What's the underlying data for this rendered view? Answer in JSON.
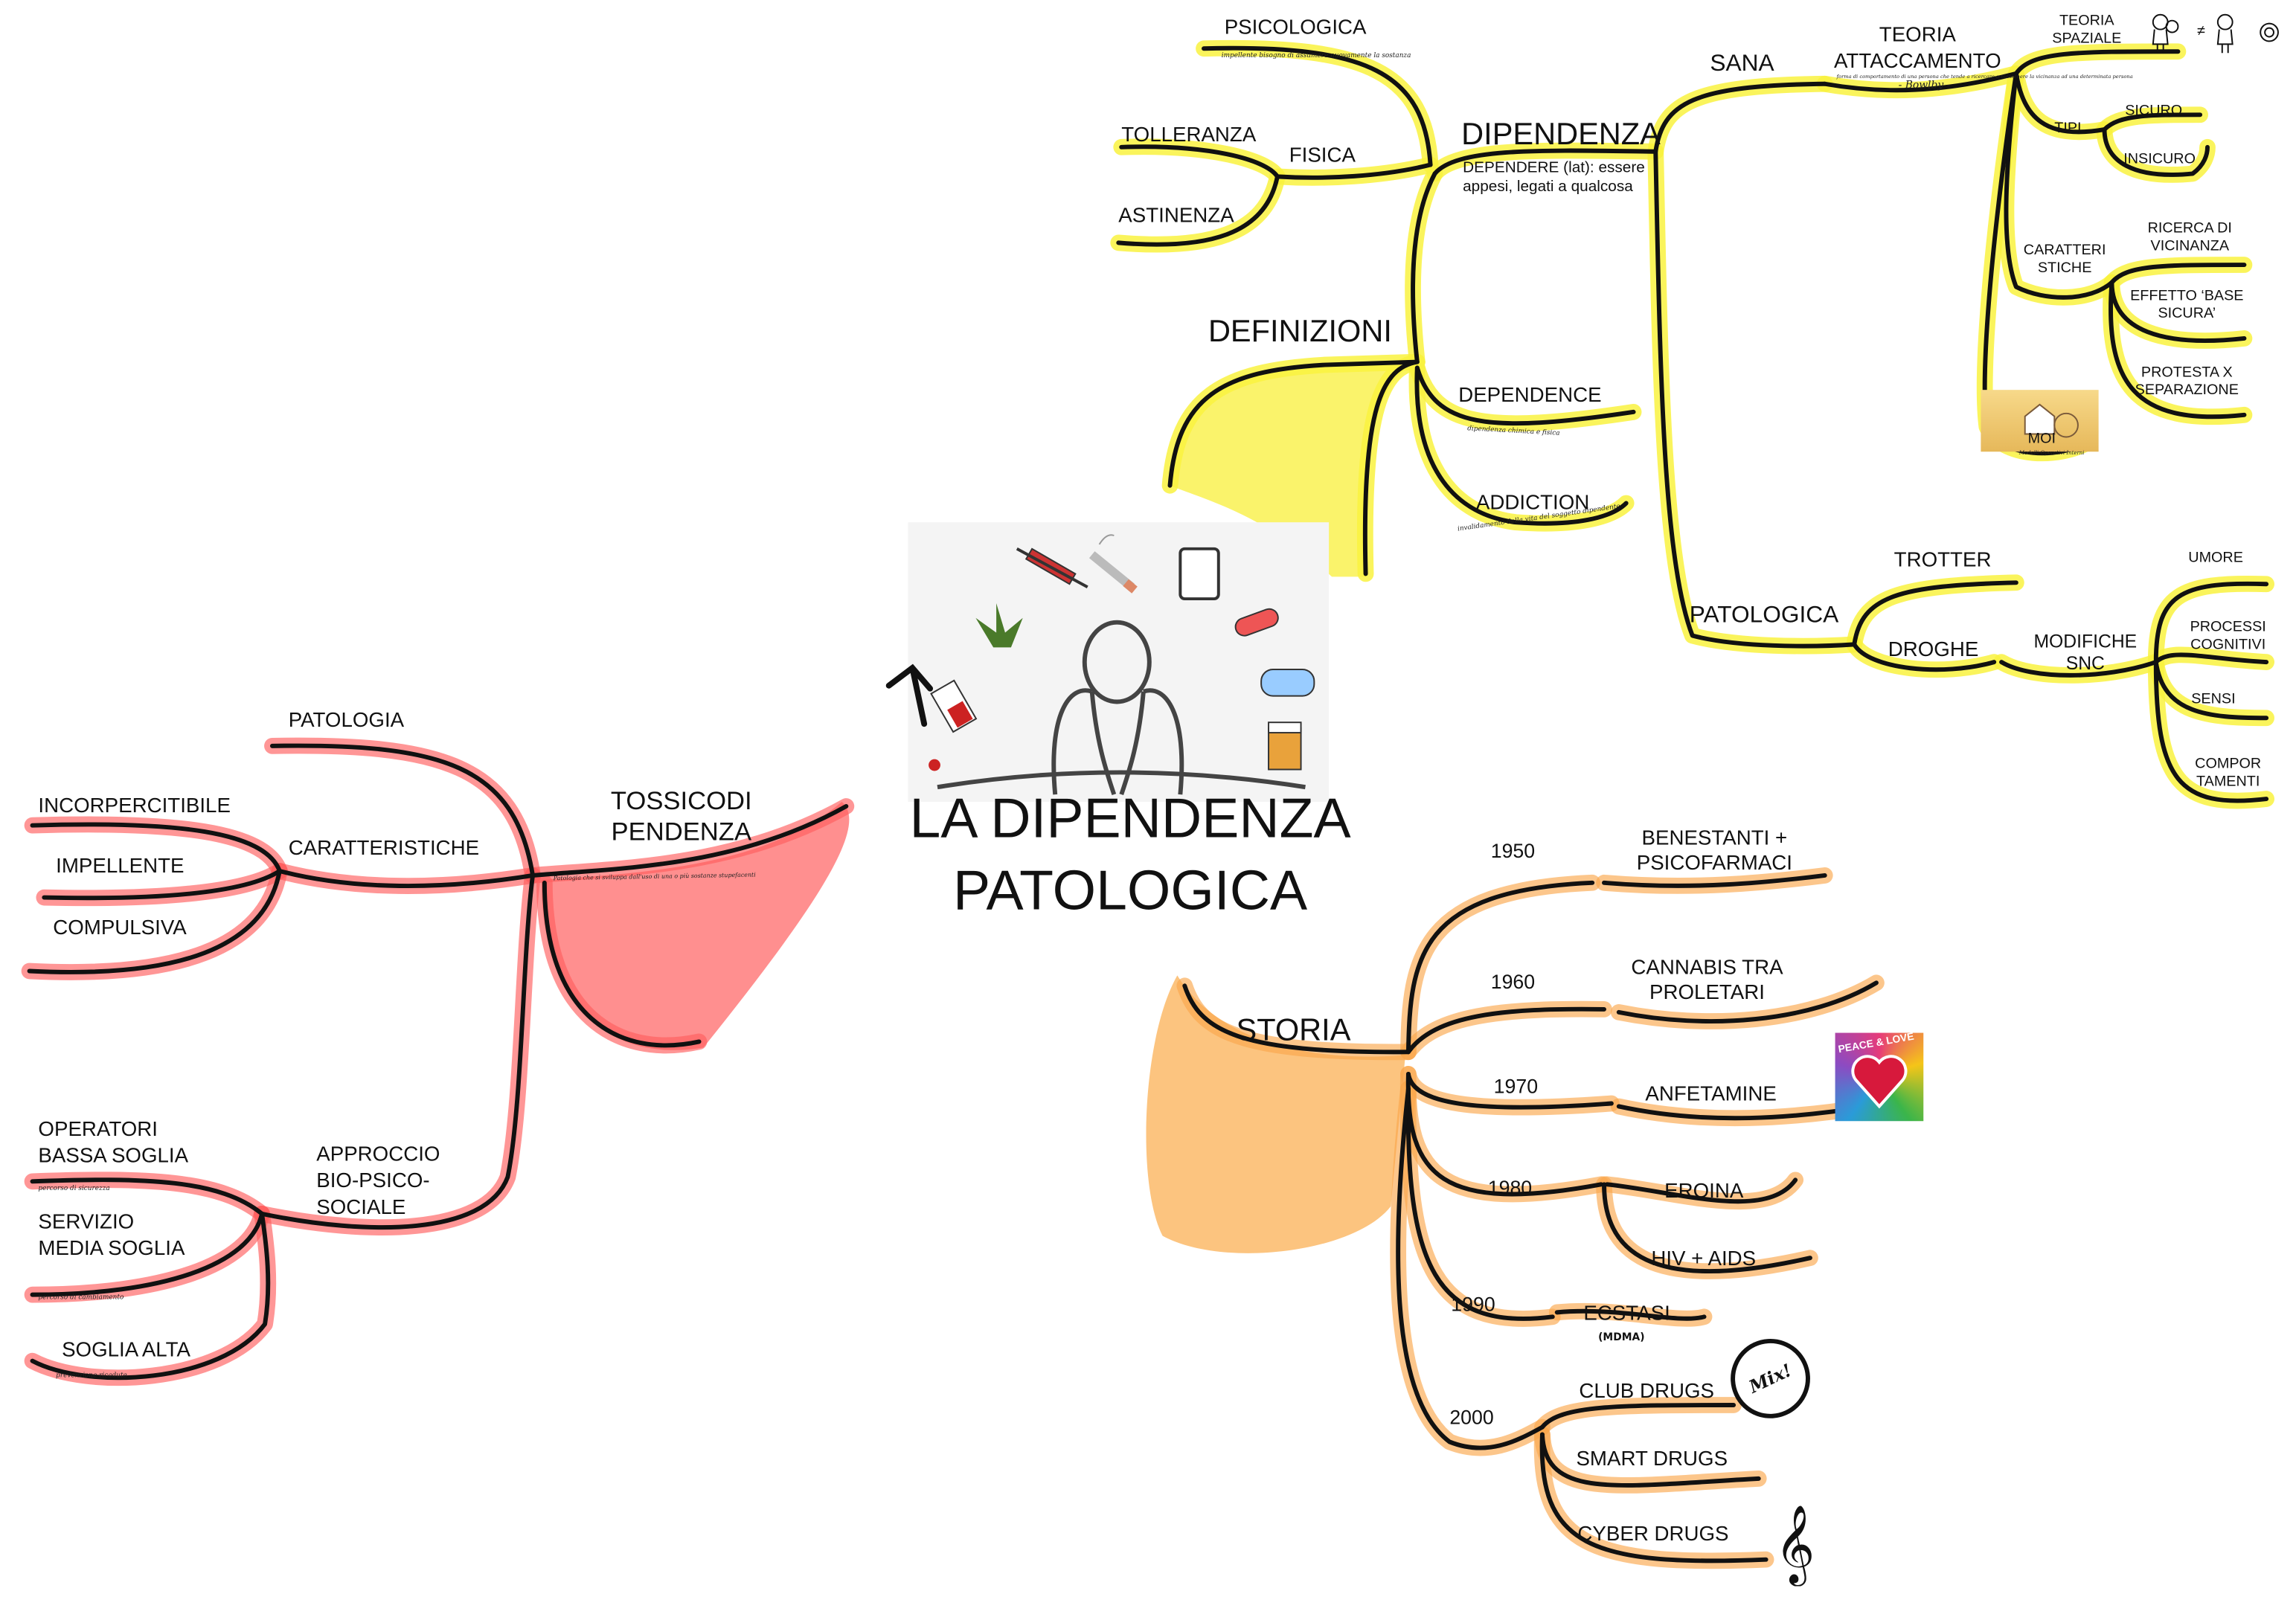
{
  "central": {
    "title_line1": "LA DIPENDENZA",
    "title_line2": "PATOLOGICA"
  },
  "colors": {
    "yellow": "#f9f23f",
    "red": "#ff5d5d",
    "orange": "#fba84d",
    "ink": "#111111"
  },
  "definizioni": {
    "label": "DEFINIZIONI",
    "dipendenza": {
      "label": "DIPENDENZA",
      "subtitle_line1": "DEPENDERE (lat): essere",
      "subtitle_line2": "appesi, legati a qualcosa"
    },
    "psicologica": {
      "label": "PSICOLOGICA",
      "note": "impellente bisogno di assumere nuovamente la sostanza"
    },
    "fisica": {
      "label": "FISICA",
      "tolleranza": "TOLLERANZA",
      "astinenza": "ASTINENZA"
    },
    "dependence": {
      "label": "DEPENDENCE",
      "note": "dipendenza chimica e fisica"
    },
    "addiction": {
      "label": "ADDICTION",
      "note": "invalidamento della vita del soggetto dipendente"
    },
    "sana": {
      "label": "SANA",
      "teoria_attaccamento": {
        "line1": "TEORIA",
        "line2": "ATTACCAMENTO",
        "note": "forma di comportamento di una persona che tende a ricercare o mantenere la vicinanza ad una determinata persona",
        "author": "- Bowlby -"
      },
      "teoria_spaziale": {
        "line1": "TEORIA",
        "line2": "SPAZIALE",
        "symbol": "≠"
      },
      "tipi": {
        "label": "TIPI",
        "sicuro": "SICURO",
        "insicuro": "INSICURO"
      },
      "caratteristiche": {
        "line1": "CARATTERI",
        "line2": "STICHE",
        "items": [
          [
            "RICERCA DI",
            "VICINANZA"
          ],
          [
            "EFFETTO ‘BASE",
            "SICURA’"
          ],
          [
            "PROTESTA X",
            "SEPARAZIONE"
          ]
        ]
      },
      "moi": {
        "label": "MOI",
        "sub": "Modelli Operativi Interni"
      }
    },
    "patologica": {
      "label": "PATOLOGICA",
      "trotter": "TROTTER",
      "droghe": "DROGHE",
      "modifiche": {
        "line1": "MODIFICHE",
        "line2": "SNC",
        "items": [
          [
            "UMORE"
          ],
          [
            "PROCESSI",
            "COGNITIVI"
          ],
          [
            "SENSI"
          ],
          [
            "COMPOR",
            "TAMENTI"
          ]
        ]
      }
    }
  },
  "tossicodipendenza": {
    "line1": "TOSSICODI",
    "line2": "PENDENZA",
    "note": "Patologia che si sviluppa dall'uso di una o più sostanze stupefacenti",
    "patologia": "PATOLOGIA",
    "caratteristiche": {
      "label": "CARATTERISTICHE",
      "items": [
        "INCORPERCITIBILE",
        "IMPELLENTE",
        "COMPULSIVA"
      ]
    },
    "approccio": {
      "line1": "APPROCCIO",
      "line2": "BIO-PSICO-",
      "line3": "SOCIALE",
      "items": [
        {
          "line1": "OPERATORI",
          "line2": "BASSA SOGLIA",
          "note": "percorso di sicurezza"
        },
        {
          "line1": "SERVIZIO",
          "line2": "MEDIA SOGLIA",
          "note": "percorso di cambiamento"
        },
        {
          "line1": "SOGLIA ALTA",
          "line2": "",
          "note": "prevenzione ricadute"
        }
      ]
    }
  },
  "storia": {
    "label": "STORIA",
    "decades": [
      {
        "year": "1950",
        "items": [
          [
            "BENESTANTI +",
            "PSICOFARMACI"
          ]
        ]
      },
      {
        "year": "1960",
        "items": [
          [
            "CANNABIS TRA",
            "PROLETARI"
          ]
        ]
      },
      {
        "year": "1970",
        "items": [
          [
            "ANFETAMINE"
          ]
        ]
      },
      {
        "year": "1980",
        "items": [
          [
            "EROINA"
          ],
          [
            "HIV + AIDS"
          ]
        ]
      },
      {
        "year": "1990",
        "items": [
          [
            "ECSTASI"
          ]
        ],
        "sub": "(MDMA)"
      },
      {
        "year": "2000",
        "items": [
          [
            "CLUB DRUGS"
          ],
          [
            "SMART DRUGS"
          ],
          [
            "CYBER DRUGS"
          ]
        ]
      }
    ],
    "mix_badge": "Mix!",
    "peace_badge": "PEACE & LOVE",
    "clef_glyph": "𝄞"
  }
}
